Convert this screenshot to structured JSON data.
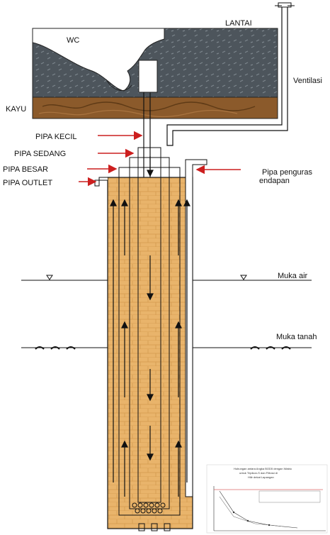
{
  "labels": {
    "wc": "WC",
    "lantai": "LANTAI",
    "ventilasi": "Ventilasi",
    "kayu": "KAYU",
    "pipa_kecil": "PIPA KECIL",
    "pipa_sedang": "PIPA SEDANG",
    "pipa_besar": "PIPA BESAR",
    "pipa_outlet": "PIPA OUTLET",
    "pipa_penguras_line1": "Pipa penguras",
    "pipa_penguras_line2": "endapan",
    "muka_air": "Muka air",
    "muka_tanah": "Muka tanah"
  },
  "colors": {
    "floor": "#4a5258",
    "wood": "#8b5a2b",
    "well": "#e8b46a",
    "arrow_red": "#cc1f1f",
    "pipe": "#ffffff",
    "line": "#111111"
  },
  "inset": {
    "title_line1": "Hubungan antara Angka BOD5 dengan Waktu",
    "title_line2": "untuk Tripikon-S dan Filtrasi di",
    "title_line3": "Hilir dekat Lapangan"
  }
}
